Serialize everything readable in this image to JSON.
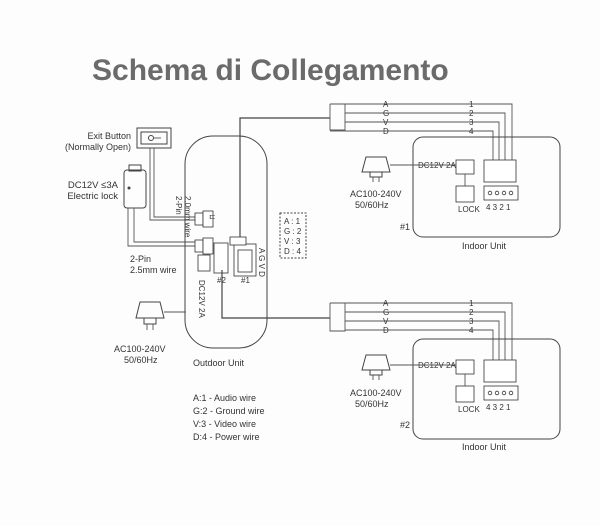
{
  "title": "Schema di Collegamento",
  "exit_button": {
    "line1": "Exit Button",
    "line2": "(Normally Open)"
  },
  "electric_lock": {
    "line1": "DC12V ≤3A",
    "line2": "Electric lock"
  },
  "wire_2pin_top": {
    "line1": "2-Pin",
    "line2": "2.0mm wire"
  },
  "wire_2pin_bottom": {
    "line1": "2-Pin",
    "line2": "2.5mm wire"
  },
  "outdoor_power": {
    "line1": "AC100-240V",
    "line2": "50/60Hz"
  },
  "outdoor_unit_label": "Outdoor Unit",
  "outdoor_dc_label": "DC12V 2A",
  "outdoor_term_letters": "A G V D",
  "outdoor_term_hash": "#1",
  "outdoor_hash2": "#2",
  "terminal_map": [
    "A : 1",
    "G : 2",
    "V : 3",
    "D : 4"
  ],
  "bus_letters": [
    "A",
    "G",
    "V",
    "D"
  ],
  "bus_numbers": [
    "1",
    "2",
    "3",
    "4"
  ],
  "indoor1": {
    "dc_label": "DC12V 2A",
    "power_line1": "AC100-240V",
    "power_line2": "50/60Hz",
    "lock_label": "LOCK",
    "pins": "4 3 2 1",
    "number": "#1",
    "label": "Indoor Unit"
  },
  "indoor2": {
    "dc_label": "DC12V 2A",
    "power_line1": "AC100-240V",
    "power_line2": "50/60Hz",
    "lock_label": "LOCK",
    "pins": "4 3 2 1",
    "number": "#2",
    "label": "Indoor Unit"
  },
  "legend": [
    "A:1 - Audio wire",
    "G:2 - Ground wire",
    "V:3 - Video wire",
    "D:4 - Power wire"
  ]
}
